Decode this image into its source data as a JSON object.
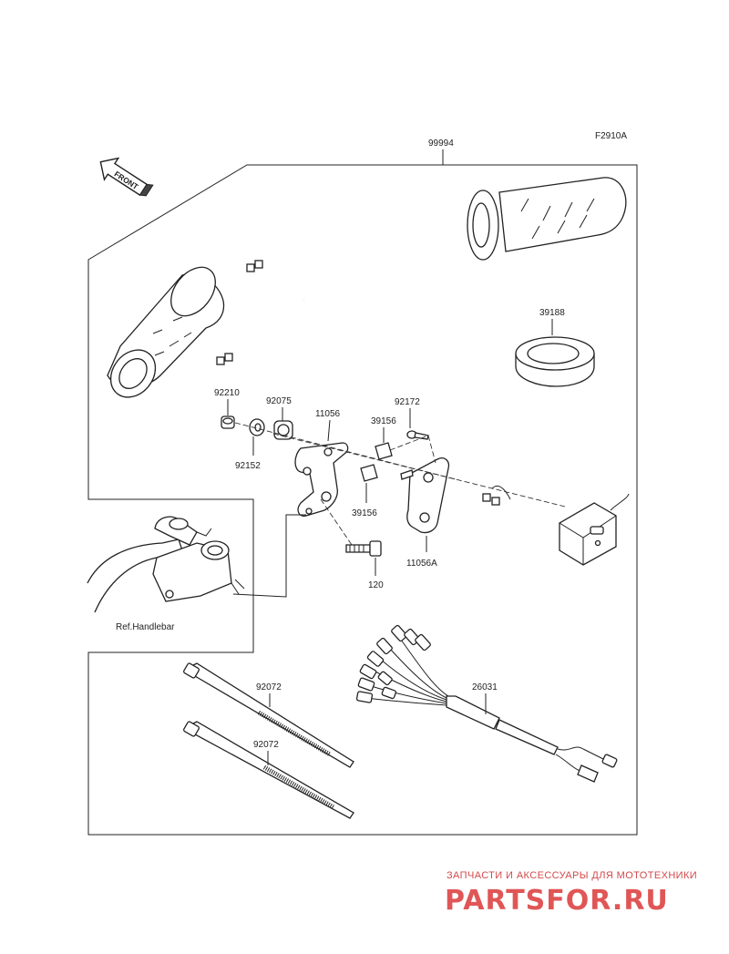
{
  "figure_code": "F2910A",
  "direction_marker": "FRONT",
  "reference_label": "Ref.Handlebar",
  "parts": {
    "assy": "99994",
    "ring": "39188",
    "collar": "92210",
    "bush": "92075",
    "bracket": "11056",
    "pad_upper": "39156",
    "screw": "92172",
    "washer": "92152",
    "pad_lower": "39156",
    "bracket_a": "11056A",
    "bolt": "120",
    "band_upper": "92072",
    "band_lower": "92072",
    "harness": "26031"
  },
  "watermark": {
    "tagline": "ЗАПЧАСТИ И АКСЕССУАРЫ ДЛЯ МОТОТЕХНИКИ",
    "brand": "PARTSFOR.RU"
  }
}
